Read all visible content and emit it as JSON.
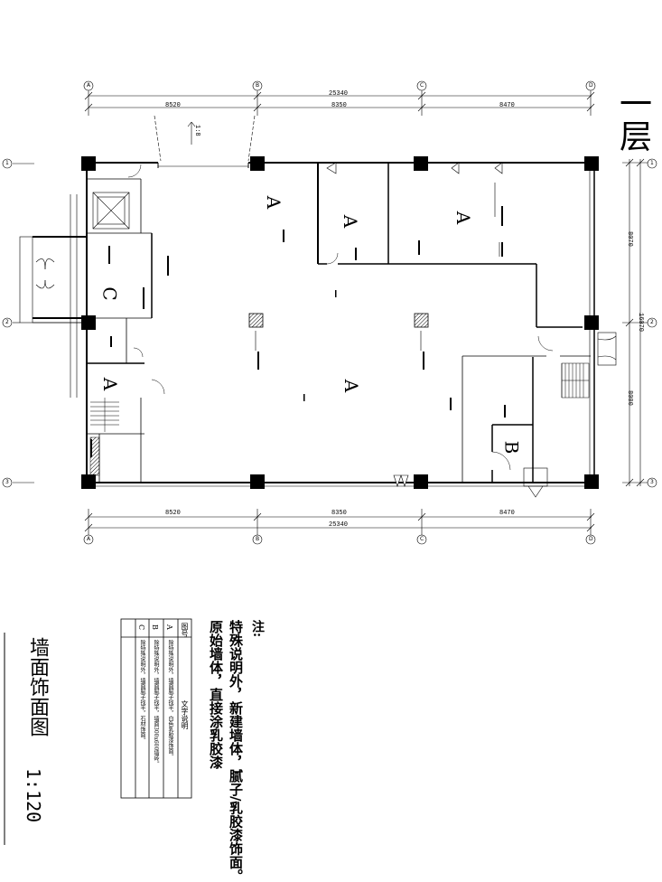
{
  "sheet": {
    "title": "墙面饰面图",
    "scale": "1:120",
    "floor_label": "一层"
  },
  "dimensions": {
    "top_total": "25340",
    "top_segments": [
      "8520",
      "8350",
      "8470"
    ],
    "bottom_total": "25340",
    "bottom_segments": [
      "8520",
      "8350",
      "8470"
    ],
    "right_total": "16070",
    "right_segments": [
      "8070",
      "8000"
    ],
    "ramp_slope": "1:8"
  },
  "grid": {
    "columns": [
      "A",
      "B",
      "C",
      "D"
    ],
    "rows": [
      "1",
      "2",
      "3"
    ]
  },
  "zones": [
    {
      "id": "z1",
      "label": "A"
    },
    {
      "id": "z2",
      "label": "A"
    },
    {
      "id": "z3",
      "label": "A"
    },
    {
      "id": "z4",
      "label": "A"
    },
    {
      "id": "z5",
      "label": "A"
    },
    {
      "id": "z6",
      "label": "B"
    },
    {
      "id": "z7",
      "label": "C"
    }
  ],
  "notes": {
    "heading": "注:",
    "line1": "特殊说明外，新建墙体，腻子/乳胶漆饰面。",
    "line2": "原始墙体，直接涂乳胶漆"
  },
  "legend": {
    "col_code": "图号",
    "col_desc": "文字说明",
    "rows": [
      {
        "code": "A",
        "desc": "除特殊说明外，墙面腻子找平，白色乳胶漆饰面。"
      },
      {
        "code": "B",
        "desc": "除特殊说明外，墙面腻子找平，墙面300x600墙砖。"
      },
      {
        "code": "C",
        "desc": "除特殊说明外，墙面腻子找平，石材饰面。"
      }
    ]
  },
  "colors": {
    "line": "#000000",
    "hatch": "#333333",
    "paper": "#ffffff"
  }
}
